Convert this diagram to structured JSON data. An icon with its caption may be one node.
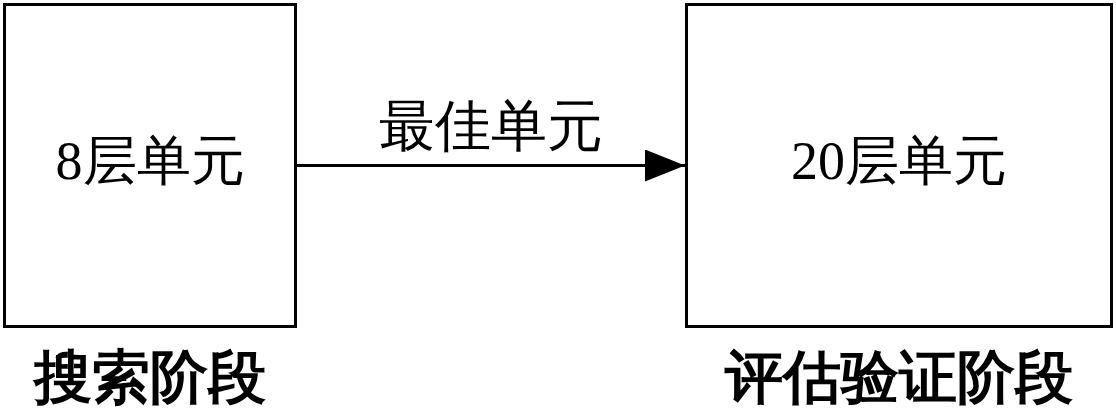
{
  "diagram": {
    "nodes": [
      {
        "text": [
          "8层单元"
        ],
        "beside": [
          "搜索阶段"
        ]
      },
      {
        "text": [
          "20层单元"
        ],
        "beside": [
          "评估验证阶段"
        ]
      }
    ],
    "edges": [
      {
        "from": 0,
        "to": 1,
        "arrow": "to",
        "label": "最佳单元"
      }
    ]
  }
}
